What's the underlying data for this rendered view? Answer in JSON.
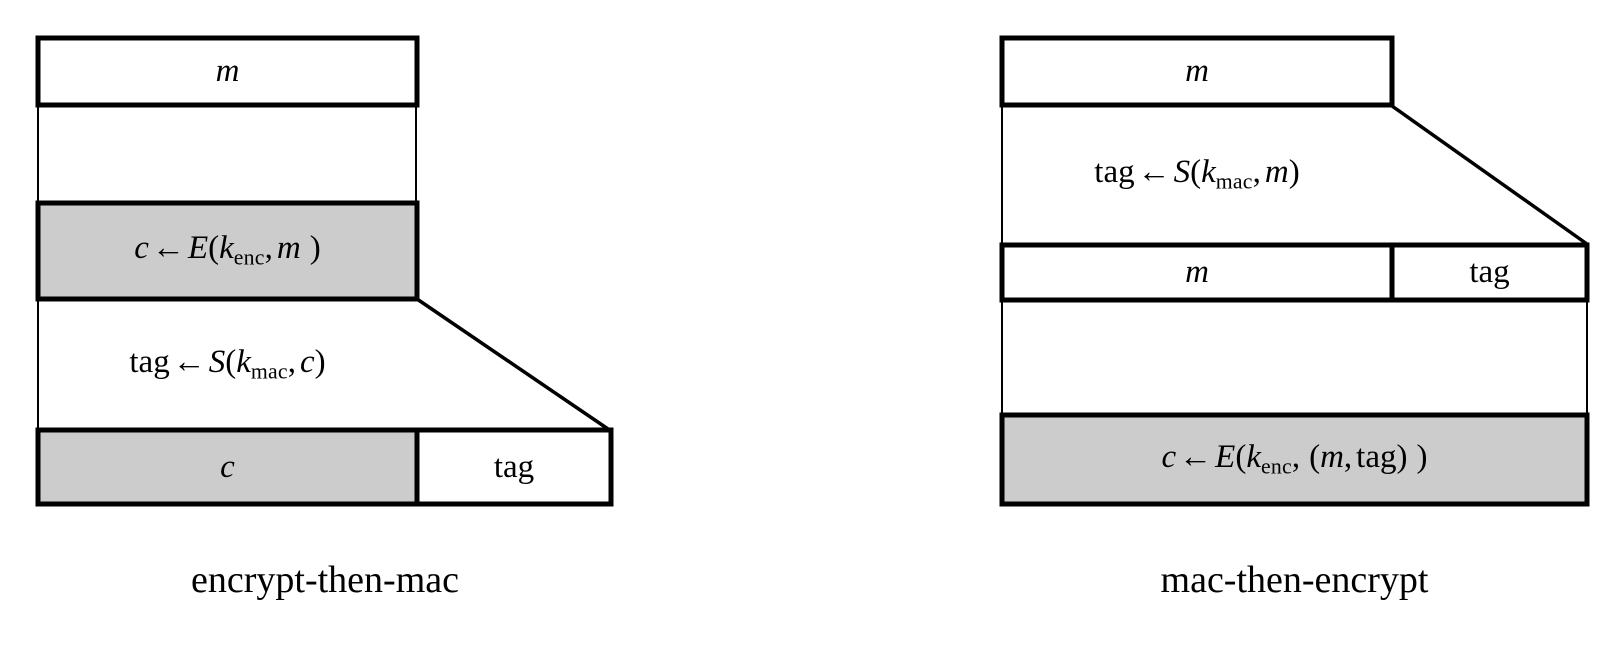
{
  "figure": {
    "title": "",
    "background_color": "#ffffff",
    "stroke_color": "#000000",
    "fill_gray": "#cccccc",
    "fill_white": "#ffffff"
  },
  "diagrams": [
    {
      "id": "encrypt-then-mac",
      "caption": "encrypt-then-mac",
      "steps": [
        {
          "id": "plaintext-row",
          "label": "m",
          "label_parts": {
            "var": "m"
          },
          "fill": "#ffffff"
        },
        {
          "id": "encrypt-row",
          "label": "c ← E(k_enc, m )",
          "label_parts": {
            "output": "c",
            "arrow": "←",
            "func": "E",
            "key": "k",
            "key_sub": "enc",
            "arg": "m"
          },
          "fill": "#cccccc"
        },
        {
          "id": "mac-step",
          "label": "tag ← S(k_mac, c)",
          "label_parts": {
            "output": "tag",
            "arrow": "←",
            "func": "S",
            "key": "k",
            "key_sub": "mac",
            "arg": "c"
          },
          "fill": "#ffffff"
        },
        {
          "id": "output-row",
          "cells": [
            {
              "id": "ciphertext-cell",
              "label": "c",
              "fill": "#cccccc"
            },
            {
              "id": "tag-cell",
              "label": "tag",
              "fill": "#ffffff"
            }
          ]
        }
      ]
    },
    {
      "id": "mac-then-encrypt",
      "caption": "mac-then-encrypt",
      "steps": [
        {
          "id": "plaintext-row",
          "label": "m",
          "label_parts": {
            "var": "m"
          },
          "fill": "#ffffff"
        },
        {
          "id": "mac-step",
          "label": "tag ← S(k_mac, m)",
          "label_parts": {
            "output": "tag",
            "arrow": "←",
            "func": "S",
            "key": "k",
            "key_sub": "mac",
            "arg": "m"
          },
          "fill": "#ffffff"
        },
        {
          "id": "message-tag-row",
          "cells": [
            {
              "id": "message-cell",
              "label": "m",
              "fill": "#ffffff"
            },
            {
              "id": "tag-cell",
              "label": "tag",
              "fill": "#ffffff"
            }
          ]
        },
        {
          "id": "encrypt-row",
          "label": "c ← E(k_enc, (m, tag) )",
          "label_parts": {
            "output": "c",
            "arrow": "←",
            "func": "E",
            "key": "k",
            "key_sub": "enc",
            "arg1": "m",
            "arg2": "tag"
          },
          "fill": "#cccccc"
        }
      ]
    }
  ]
}
